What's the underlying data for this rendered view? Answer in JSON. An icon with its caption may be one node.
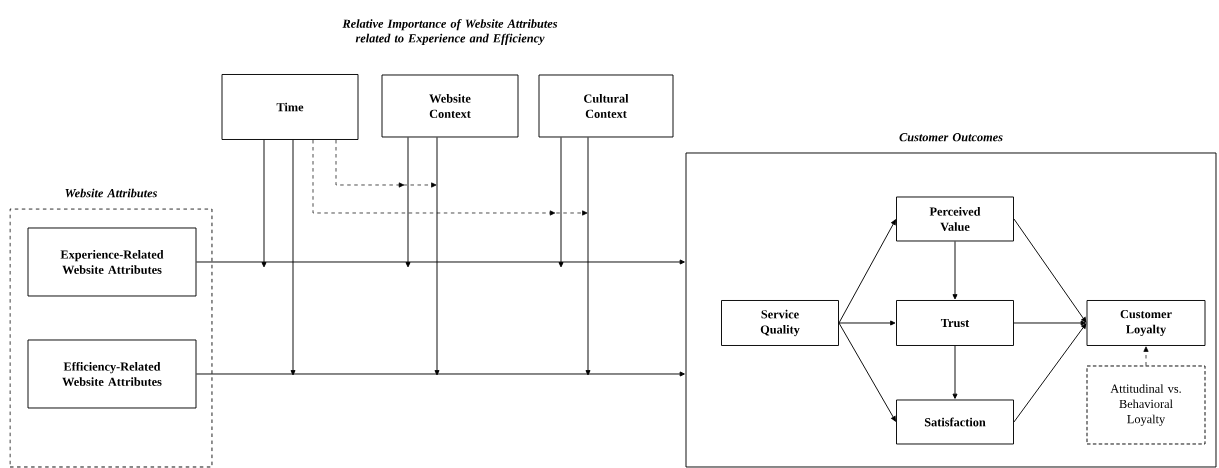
{
  "diagram": {
    "title": "Relative Importance of Website Attributes related to Experience and Efficiency",
    "nodes": [
      {
        "text": [
          "Website Attributes"
        ]
      },
      {
        "text": [
          "Experience-Related Website Attributes"
        ],
        "in": 0
      },
      {
        "text": [
          "Efficiency-Related Website Attributes"
        ],
        "in": 0
      },
      {
        "text": [
          "Time"
        ]
      },
      {
        "text": [
          "Website Context"
        ]
      },
      {
        "text": [
          "Cultural Context"
        ]
      },
      {
        "text": [
          "Customer Outcomes"
        ]
      },
      {
        "text": [
          "Service Quality"
        ],
        "in": 6
      },
      {
        "text": [
          "Perceived Value"
        ],
        "in": 6
      },
      {
        "text": [
          "Trust"
        ],
        "in": 6
      },
      {
        "text": [
          "Satisfaction"
        ],
        "in": 6
      },
      {
        "text": [
          "Customer Loyalty"
        ],
        "in": 6
      },
      {
        "text": [
          "Attitudinal vs. Behavioral Loyalty"
        ],
        "in": 6
      }
    ],
    "edges": [
      {
        "from": 1,
        "to": 6,
        "arrow": "to"
      },
      {
        "from": 2,
        "to": 6,
        "arrow": "to"
      },
      {
        "from": 3,
        "to": null,
        "arrow": "to"
      },
      {
        "from": 3,
        "to": null,
        "arrow": "to"
      },
      {
        "from": 4,
        "to": null,
        "arrow": "to"
      },
      {
        "from": 4,
        "to": null,
        "arrow": "to"
      },
      {
        "from": 5,
        "to": null,
        "arrow": "to"
      },
      {
        "from": 5,
        "to": null,
        "arrow": "to"
      },
      {
        "from": 3,
        "to": null,
        "arrow": "to",
        "style": "dashed"
      },
      {
        "from": 3,
        "to": null,
        "arrow": "to",
        "style": "dashed"
      },
      {
        "from": 7,
        "to": 8,
        "arrow": "to"
      },
      {
        "from": 7,
        "to": 9,
        "arrow": "to"
      },
      {
        "from": 7,
        "to": 10,
        "arrow": "to"
      },
      {
        "from": 8,
        "to": 9,
        "arrow": "to"
      },
      {
        "from": 9,
        "to": 10,
        "arrow": "to"
      },
      {
        "from": 8,
        "to": 11,
        "arrow": "to"
      },
      {
        "from": 9,
        "to": 11,
        "arrow": "to"
      },
      {
        "from": 10,
        "to": 11,
        "arrow": "to"
      },
      {
        "from": 12,
        "to": 11,
        "arrow": "to",
        "style": "dashed"
      }
    ]
  }
}
